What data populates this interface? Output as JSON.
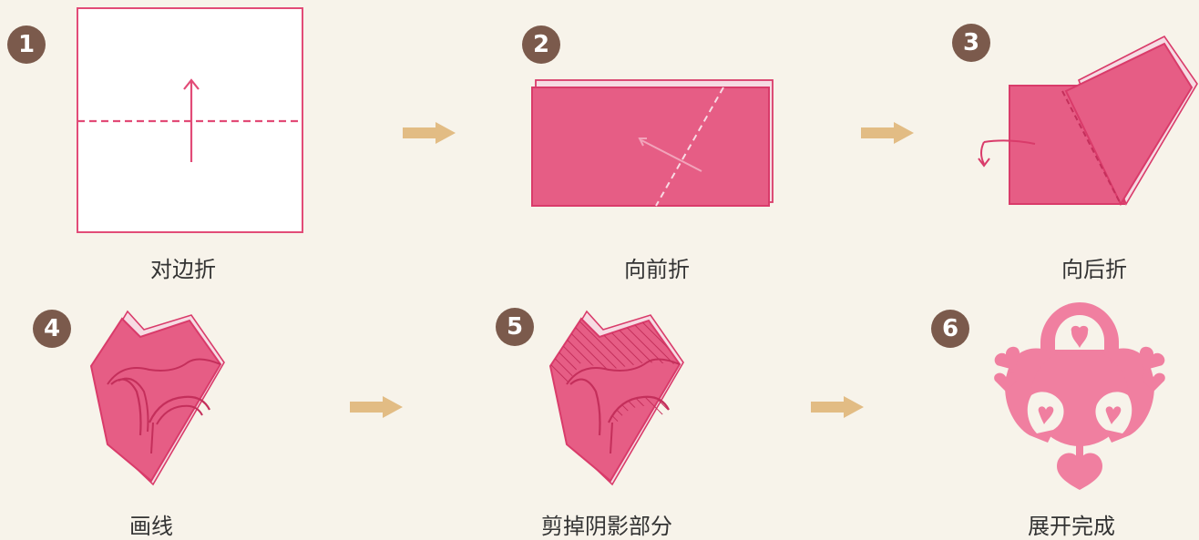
{
  "colors": {
    "paper_fill": "#e65d85",
    "paper_stroke": "#d93b6a",
    "circle_fill": "#7b5a4c",
    "arrow_fill": "#e2bc84",
    "flower_fill": "#f07fa0",
    "caption_text": "#333333",
    "background": "#f7f3ea"
  },
  "steps": [
    {
      "number": "1",
      "caption": "对边折"
    },
    {
      "number": "2",
      "caption": "向前折"
    },
    {
      "number": "3",
      "caption": "向后折"
    },
    {
      "number": "4",
      "caption": "画线"
    },
    {
      "number": "5",
      "caption": "剪掉阴影部分"
    },
    {
      "number": "6",
      "caption": "展开完成"
    }
  ],
  "between_steps_icon": "right-arrow-icon"
}
